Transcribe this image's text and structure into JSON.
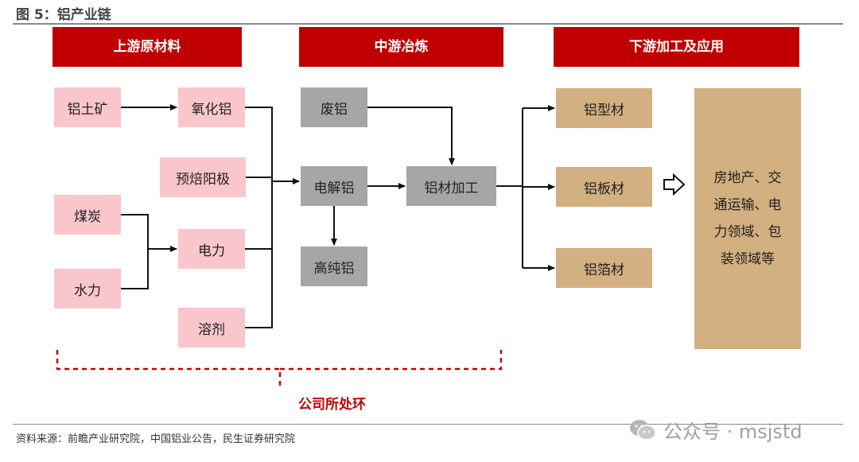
{
  "figure_title": "图 5：铝产业链",
  "headers": {
    "upstream": "上游原材料",
    "midstream": "中游冶炼",
    "downstream": "下游加工及应用"
  },
  "nodes": {
    "bauxite": "铝土矿",
    "alumina": "氧化铝",
    "prebaked_anode": "预焙阳极",
    "coal": "煤炭",
    "hydro": "水力",
    "electricity": "电力",
    "flux": "溶剂",
    "scrap_aluminum": "废铝",
    "electrolytic_aluminum": "电解铝",
    "high_purity_aluminum": "高纯铝",
    "aluminum_processing": "铝材加工",
    "aluminum_profile": "铝型材",
    "aluminum_sheet": "铝板材",
    "aluminum_foil": "铝箔材",
    "applications": "房地产、交通运输、电力领域、包装领域等"
  },
  "company_segment": "公司所处环",
  "source": "资料来源：前瞻产业研究院，中国铝业公告，民生证券研究院",
  "watermark": "公众号 · msjstd",
  "colors": {
    "header_red": "#c00000",
    "upstream_pink": "#f9c6cc",
    "midstream_gray": "#a6a6a6",
    "downstream_tan": "#d2b080"
  }
}
